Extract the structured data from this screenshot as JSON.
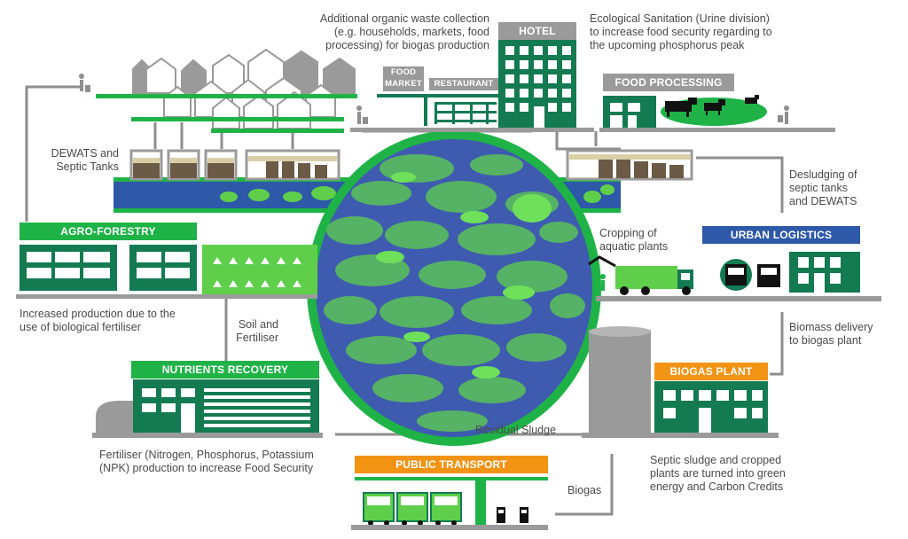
{
  "labels": {
    "organic_waste": [
      "Additional organic waste collection",
      "(e.g. households, markets, food",
      "processing) for biogas production"
    ],
    "ecosan": [
      "Ecological Sanitation (Urine division)",
      "to increase food security regarding to",
      "the upcoming phosphorus peak"
    ],
    "dewats": [
      "DEWATS and",
      "Septic Tanks"
    ],
    "desludging": [
      "Desludging of",
      "septic tanks",
      "and DEWATS"
    ],
    "cropping": [
      "Cropping of",
      "aquatic plants"
    ],
    "increased_production": [
      "Increased production due to the",
      "use of biological fertiliser"
    ],
    "soil": [
      "Soil and",
      "Fertiliser"
    ],
    "biomass": [
      "Biomass delivery",
      "to biogas plant"
    ],
    "residual": "Residual Sludge",
    "fertiliser": [
      "Fertiliser (Nitrogen, Phosphorus, Potassium",
      "(NPK) production to increase Food Security"
    ],
    "septic_sludge": [
      "Septic sludge and cropped",
      "plants are turned into green",
      "energy and Carbon Credits"
    ],
    "biogas": "Biogas"
  },
  "banners": {
    "hotel": "HOTEL",
    "food_market": [
      "FOOD",
      "MARKET"
    ],
    "restaurant": "RESTAURANT",
    "food_processing": "FOOD PROCESSING",
    "agro_forestry": "AGRO-FORESTRY",
    "urban_logistics": "URBAN LOGISTICS",
    "nutrients_recovery": "NUTRIENTS RECOVERY",
    "biogas_plant": "BIOGAS PLANT",
    "public_transport": "PUBLIC TRANSPORT"
  },
  "colors": {
    "green": "#1fb347",
    "dark_green": "#137a52",
    "blue": "#2e58a8",
    "orange": "#f39314",
    "grey": "#9a9a9a",
    "light_green": "#5fcf4b"
  }
}
